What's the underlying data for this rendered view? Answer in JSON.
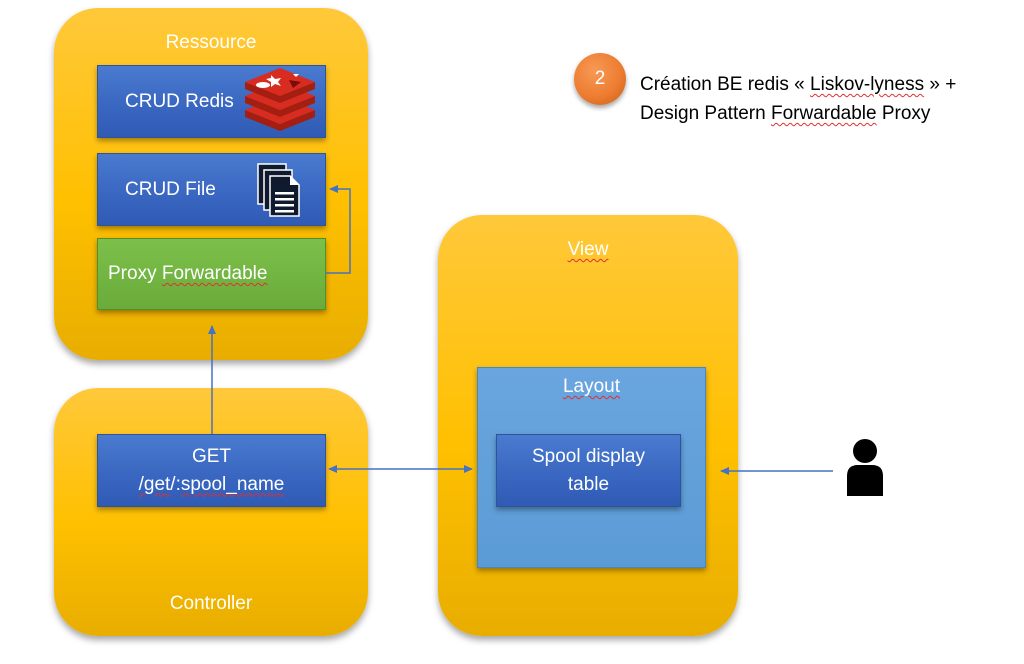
{
  "resource_panel": {
    "title": "Ressource",
    "crud_redis": "CRUD Redis",
    "crud_file": "CRUD File",
    "proxy_prefix": "Proxy ",
    "proxy_word": "Forwardable"
  },
  "controller_panel": {
    "title": "Controller",
    "get_line1": "GET",
    "get_route_a": "/get",
    "get_route_b": "/:",
    "get_route_c": "spool_name"
  },
  "view_panel": {
    "title": "View",
    "layout_title": "Layout",
    "spool_line1": "Spool display",
    "spool_line2": "table"
  },
  "annotation": {
    "step_number": "2",
    "line1_a": "Création BE redis  « ",
    "line1_b": "Liskov-lyness",
    "line1_c": " » +",
    "line2_a": "Design Pattern ",
    "line2_b": "Forwardable",
    "line2_c": " Proxy"
  },
  "colors": {
    "panel": "#ffc000",
    "box_blue": "#3a67c1",
    "box_green": "#6aab3b",
    "layout_blue": "#5b9bd5",
    "arrow": "#4472c4",
    "step_badge": "#ed7d31"
  },
  "icons": {
    "redis": "redis-logo-icon",
    "file": "documents-icon",
    "user": "user-person-icon"
  }
}
